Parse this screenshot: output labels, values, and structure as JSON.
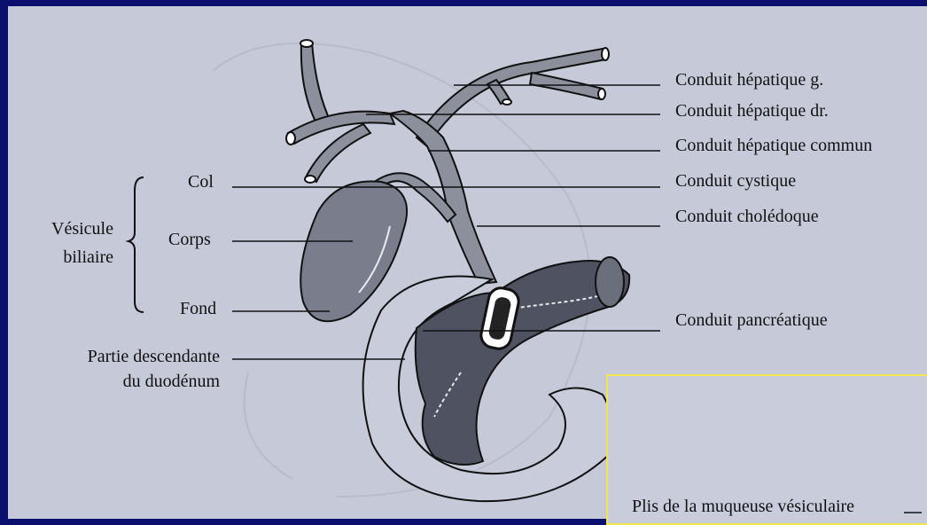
{
  "labels": {
    "hepatique_g": "Conduit hépatique g.",
    "hepatique_dr": "Conduit hépatique dr.",
    "hepatique_commun": "Conduit hépatique commun",
    "cystique": "Conduit cystique",
    "choledoque": "Conduit cholédoque",
    "pancreatique": "Conduit pancréatique",
    "col": "Col",
    "corps": "Corps",
    "fond": "Fond",
    "vesicule_1": "Vésicule",
    "vesicule_2": "biliaire",
    "duodenum_1": "Partie descendante",
    "duodenum_2": "du duodénum",
    "plis": "Plis de la muqueuse vésiculaire"
  },
  "colors": {
    "outer_border": "#0b0f6e",
    "inset_border": "#f2e64a",
    "organ_fill": "#7a7e8c",
    "pancreas_fill": "#4f5260"
  }
}
